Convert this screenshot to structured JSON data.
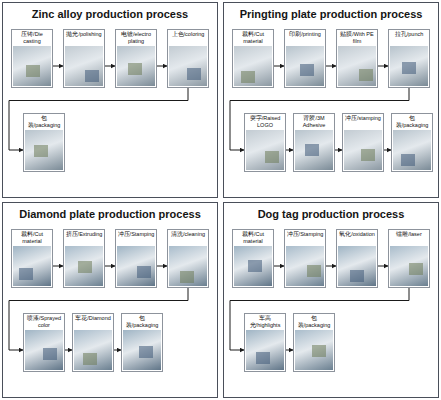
{
  "diagram": {
    "nodes": [
      {
        "text": [
          "Zinc alloy production process"
        ]
      },
      {
        "text": [
          "压铸/Die casting"
        ],
        "in": 0
      },
      {
        "text": [
          "抛光/polishing"
        ],
        "in": 0
      },
      {
        "text": [
          "电镀/electro plating"
        ],
        "in": 0
      },
      {
        "text": [
          "上色/coloring"
        ],
        "in": 0
      },
      {
        "text": [
          "包装/packaging"
        ],
        "in": 0
      },
      {
        "text": [
          "Pringting plate production process"
        ]
      },
      {
        "text": [
          "裁料/Cut material"
        ],
        "in": 6
      },
      {
        "text": [
          "印刷/printing"
        ],
        "in": 6
      },
      {
        "text": [
          "贴膜/With PE film"
        ],
        "in": 6
      },
      {
        "text": [
          "拉孔/punch"
        ],
        "in": 6
      },
      {
        "text": [
          "突字/Raised LOGO"
        ],
        "in": 6
      },
      {
        "text": [
          "背胶/3M Adhesive"
        ],
        "in": 6
      },
      {
        "text": [
          "冲压/stamping"
        ],
        "in": 6
      },
      {
        "text": [
          "包装/packaging"
        ],
        "in": 6
      },
      {
        "text": [
          "Diamond plate production process"
        ]
      },
      {
        "text": [
          "裁料/Cut material"
        ],
        "in": 15
      },
      {
        "text": [
          "挤压/Extruding"
        ],
        "in": 15
      },
      {
        "text": [
          "冲压/Stamping"
        ],
        "in": 15
      },
      {
        "text": [
          "清洗/cleaning"
        ],
        "in": 15
      },
      {
        "text": [
          "喷漆/Sprayed color"
        ],
        "in": 15
      },
      {
        "text": [
          "车花/Diamond"
        ],
        "in": 15
      },
      {
        "text": [
          "包装/packaging"
        ],
        "in": 15
      },
      {
        "text": [
          "Dog tag production process"
        ]
      },
      {
        "text": [
          "裁料/Cut material"
        ],
        "in": 23
      },
      {
        "text": [
          "冲压/Stamping"
        ],
        "in": 23
      },
      {
        "text": [
          "氧化/oxidation"
        ],
        "in": 23
      },
      {
        "text": [
          "镭雕/laser"
        ],
        "in": 23
      },
      {
        "text": [
          "车高光/highlights"
        ],
        "in": 23
      },
      {
        "text": [
          "包装/packaging"
        ],
        "in": 23
      }
    ],
    "edges": [
      {
        "from": 1,
        "to": 2,
        "arrow": "to"
      },
      {
        "from": 2,
        "to": 3,
        "arrow": "to"
      },
      {
        "from": 3,
        "to": 4,
        "arrow": "to"
      },
      {
        "from": 4,
        "to": 5,
        "arrow": "to"
      },
      {
        "from": 7,
        "to": 8,
        "arrow": "to"
      },
      {
        "from": 8,
        "to": 9,
        "arrow": "to"
      },
      {
        "from": 9,
        "to": 10,
        "arrow": "to"
      },
      {
        "from": 10,
        "to": 11,
        "arrow": "to"
      },
      {
        "from": 11,
        "to": 12,
        "arrow": "to"
      },
      {
        "from": 12,
        "to": 13,
        "arrow": "to"
      },
      {
        "from": 13,
        "to": 14,
        "arrow": "to"
      },
      {
        "from": 16,
        "to": 17,
        "arrow": "to"
      },
      {
        "from": 17,
        "to": 18,
        "arrow": "to"
      },
      {
        "from": 18,
        "to": 19,
        "arrow": "to"
      },
      {
        "from": 19,
        "to": 20,
        "arrow": "to"
      },
      {
        "from": 20,
        "to": 21,
        "arrow": "to"
      },
      {
        "from": 21,
        "to": 22,
        "arrow": "to"
      },
      {
        "from": 24,
        "to": 25,
        "arrow": "to"
      },
      {
        "from": 25,
        "to": 26,
        "arrow": "to"
      },
      {
        "from": 26,
        "to": 27,
        "arrow": "to"
      },
      {
        "from": 27,
        "to": 28,
        "arrow": "to"
      },
      {
        "from": 28,
        "to": 29,
        "arrow": "to"
      }
    ]
  }
}
